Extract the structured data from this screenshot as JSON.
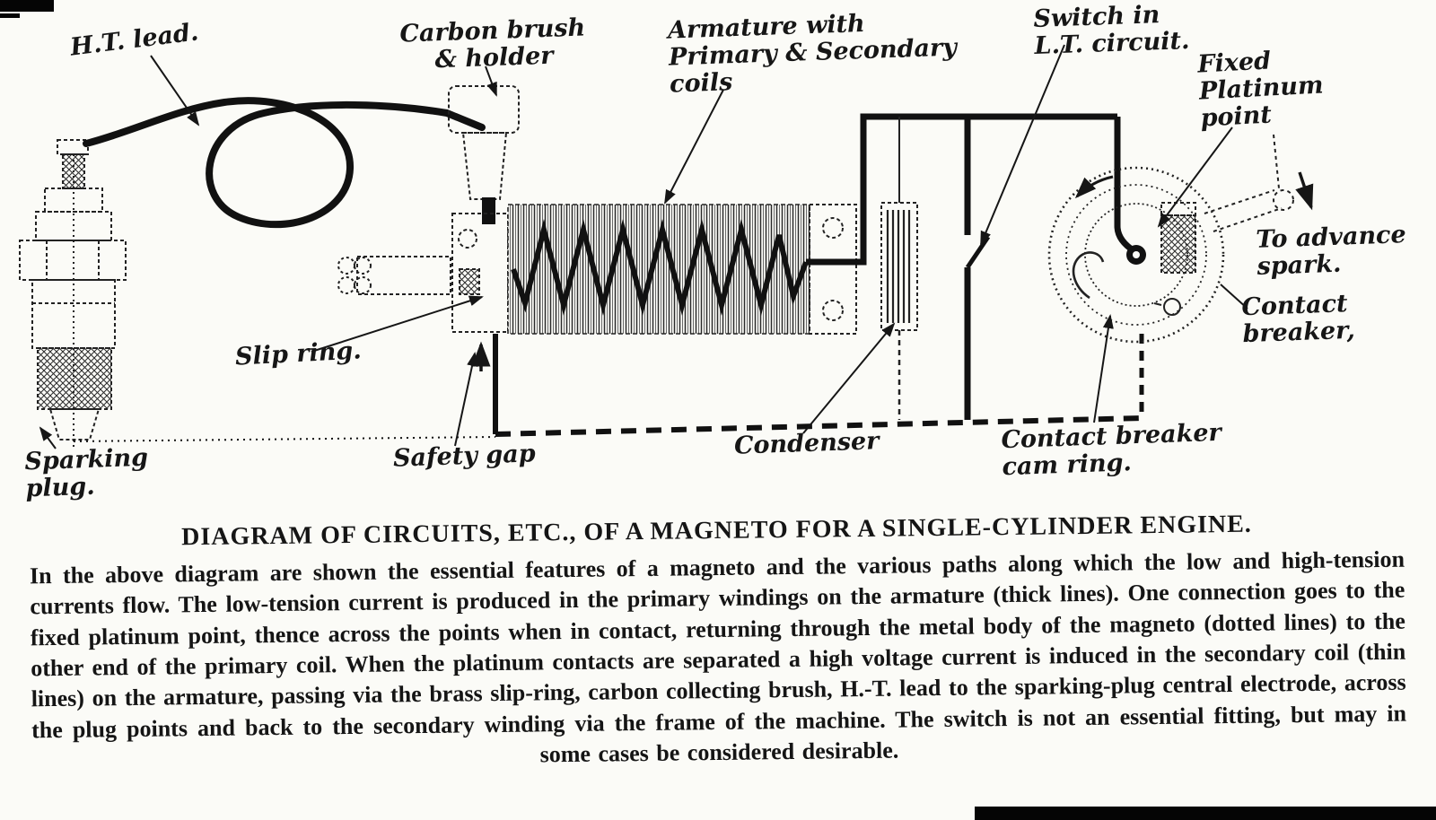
{
  "diagram_labels": {
    "ht_lead": {
      "lines": [
        "H.T. lead."
      ]
    },
    "carbon_brush": {
      "lines": [
        "Carbon brush",
        "& holder"
      ]
    },
    "armature": {
      "lines": [
        "Armature with",
        "Primary & Secondary",
        "coils"
      ]
    },
    "switch": {
      "lines": [
        "Switch in",
        "L.T. circuit."
      ]
    },
    "fixed_point": {
      "lines": [
        "Fixed",
        "Platinum",
        "point"
      ]
    },
    "advance_spark": {
      "lines": [
        "To advance",
        "spark."
      ]
    },
    "contact_breaker": {
      "lines": [
        "Contact",
        "breaker,"
      ]
    },
    "slip_ring": {
      "lines": [
        "Slip ring."
      ]
    },
    "safety_gap": {
      "lines": [
        "Safety gap"
      ]
    },
    "condenser": {
      "lines": [
        "Condenser"
      ]
    },
    "cam_ring": {
      "lines": [
        "Contact breaker",
        "cam ring."
      ]
    },
    "sparking_plug": {
      "lines": [
        "Sparking",
        "plug."
      ]
    }
  },
  "caption": {
    "title": "DIAGRAM OF CIRCUITS, ETC., OF A MAGNETO FOR A SINGLE-CYLINDER ENGINE.",
    "body": "In the above diagram are shown the essential features of a magneto and the various paths along which the low and high-tension currents flow.  The low-tension current is produced in the primary windings on the armature (thick lines).  One connection goes to the fixed platinum point, thence across the points when in contact, returning through the metal body of the magneto (dotted lines) to the other end of the primary coil.  When the platinum contacts are separated a high voltage current is induced in the secondary coil (thin lines) on the armature, passing via the brass slip-ring, carbon collecting brush, H.-T. lead to the sparking-plug central electrode, across the plug points and back to the secondary winding via the frame of the machine.  The switch is not an essential fitting, but may in some cases be considered desirable."
  },
  "colors": {
    "ink": "#161616",
    "paper": "#fbfbf7"
  }
}
